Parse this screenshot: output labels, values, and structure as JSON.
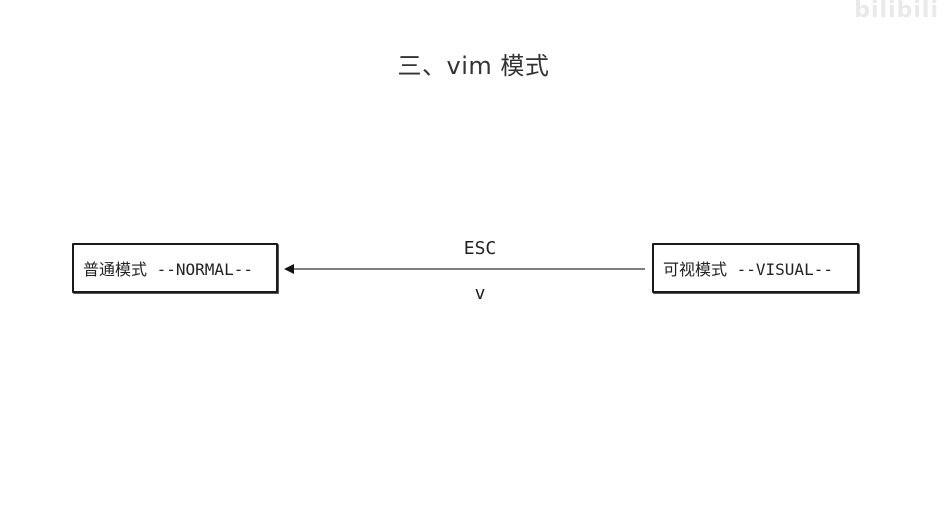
{
  "title": "三、vim 模式",
  "watermark": "bilibili",
  "nodes": {
    "normal": "普通模式 --NORMAL--",
    "visual": "可视模式 --VISUAL--"
  },
  "edge": {
    "label_top": "ESC",
    "label_bottom": "v"
  }
}
